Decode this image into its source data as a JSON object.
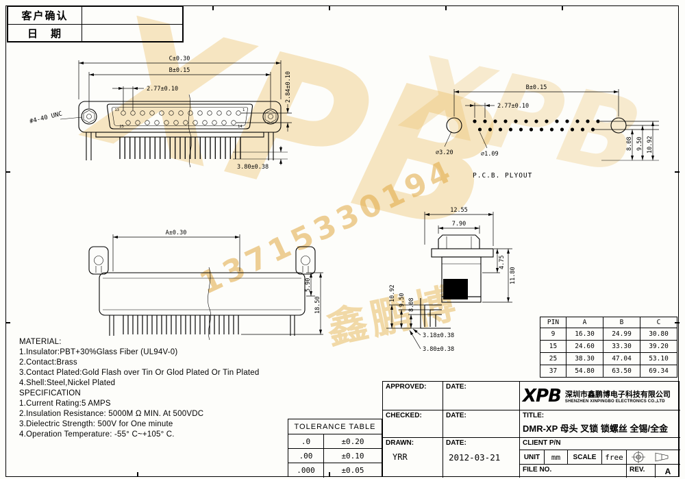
{
  "colors": {
    "line": "#000000",
    "watermark_gold": "#e9b44c",
    "paper": "#fdfdfa"
  },
  "confirm_table": {
    "customer_label": "客户确认",
    "date_label": "日　期"
  },
  "front_view": {
    "dim_c": "C±0.30",
    "dim_b": "B±0.15",
    "dim_pitch": "2.77±0.10",
    "dim_rows": "2.84±0.10",
    "thread_label": "#4-40 UNC",
    "dim_tail": "3.80±0.38",
    "pin_top_left": "13",
    "pin_top_right": "1",
    "pin_bottom_left": "25",
    "pin_bottom_right": "14"
  },
  "pcb_view": {
    "title": "P.C.B. PLYOUT",
    "dim_b": "B±0.15",
    "dim_pitch": "2.77±0.10",
    "dim_hole": "∅3.20",
    "dim_pad": "∅1.09",
    "dim_r1": "8.08",
    "dim_r2": "9.50",
    "dim_r3": "10.92"
  },
  "side_view": {
    "dim_a": "A±0.30",
    "dim_top": "5.90",
    "dim_total": "18.50"
  },
  "profile_view": {
    "dim_w_outer": "12.55",
    "dim_w_body": "7.90",
    "dim_h_front": "4.75",
    "dim_h_body": "11.80",
    "dim_l1": "10.92",
    "dim_l2": "9.50",
    "dim_l3": "8.08",
    "dim_pin1": "3.18±0.38",
    "dim_pin2": "3.80±0.38"
  },
  "material": {
    "title": "MATERIAL:",
    "lines": [
      "1.Insulator:PBT+30%Glass Fiber (UL94V-0)",
      "2.Contact:Brass",
      "3.Contact Plated:Gold Flash over Tin Or Glod Plated Or Tin Plated",
      "4.Shell:Steel,Nickel Plated"
    ]
  },
  "specification": {
    "title": "SPECIFICATION",
    "lines": [
      "1.Current Rating:5 AMPS",
      "2.Insulation Resistance: 5000M Ω MIN. At 500VDC",
      "3.Dielectric Strength: 500V for One minute",
      "4.Operation Temperature: -55° C~+105° C."
    ]
  },
  "pin_table": {
    "headers": [
      "PIN",
      "A",
      "B",
      "C"
    ],
    "rows": [
      [
        "9",
        "16.30",
        "24.99",
        "30.80"
      ],
      [
        "15",
        "24.60",
        "33.30",
        "39.20"
      ],
      [
        "25",
        "38.30",
        "47.04",
        "53.10"
      ],
      [
        "37",
        "54.80",
        "63.50",
        "69.34"
      ]
    ]
  },
  "tolerance_table": {
    "title": "TOLERANCE  TABLE",
    "rows": [
      [
        ".0",
        "±0.20"
      ],
      [
        ".00",
        "±0.10"
      ],
      [
        ".000",
        "±0.05"
      ]
    ]
  },
  "title_block": {
    "approved_label": "APPROVED:",
    "checked_label": "CHECKED:",
    "drawn_label": "DRAWN:",
    "date_label": "DATE:",
    "drawn_value": "YRR",
    "drawn_date": "2012-03-21",
    "logo": "XPB",
    "company_cn": "深圳市鑫鹏博电子科技有限公司",
    "company_en": "SHENZHEN XINPINGBO ELECTRONICS CO.,LTD",
    "title_label": "TITLE:",
    "title_value": "DMR-XP 母头 叉锁 锁螺丝 全锡/全金",
    "client_label": "CLIENT P/N",
    "unit_label": "UNIT",
    "unit_value": "mm",
    "scale_label": "SCALE",
    "scale_value": "free",
    "file_label": "FILE NO.",
    "rev_label": "REV.",
    "rev_value": "A"
  },
  "watermark": {
    "logo": "XPB",
    "logo2": "XPB",
    "phone": "13715330194",
    "name": "鑫鹏博"
  }
}
